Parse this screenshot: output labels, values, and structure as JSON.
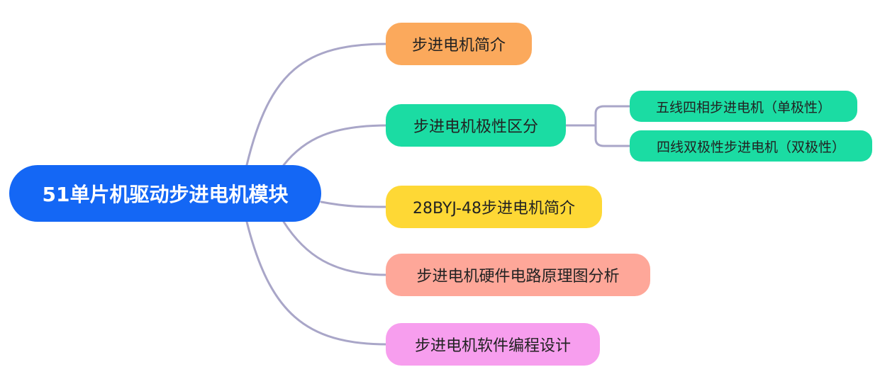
{
  "root": {
    "label": "51单片机驱动步进电机模块",
    "color": "#1467f5"
  },
  "branches": [
    {
      "label": "步进电机简介",
      "color": "#fba95c"
    },
    {
      "label": "步进电机极性区分",
      "color": "#1bdca3",
      "children": [
        {
          "label": "五线四相步进电机（单极性）"
        },
        {
          "label": "四线双极性步进电机（双极性）"
        }
      ]
    },
    {
      "label": "28BYJ-48步进电机简介",
      "color": "#fed835"
    },
    {
      "label": "步进电机硬件电路原理图分析",
      "color": "#fea799"
    },
    {
      "label": "步进电机软件编程设计",
      "color": "#f79eee"
    }
  ],
  "connector_color": "#a9a6c8"
}
